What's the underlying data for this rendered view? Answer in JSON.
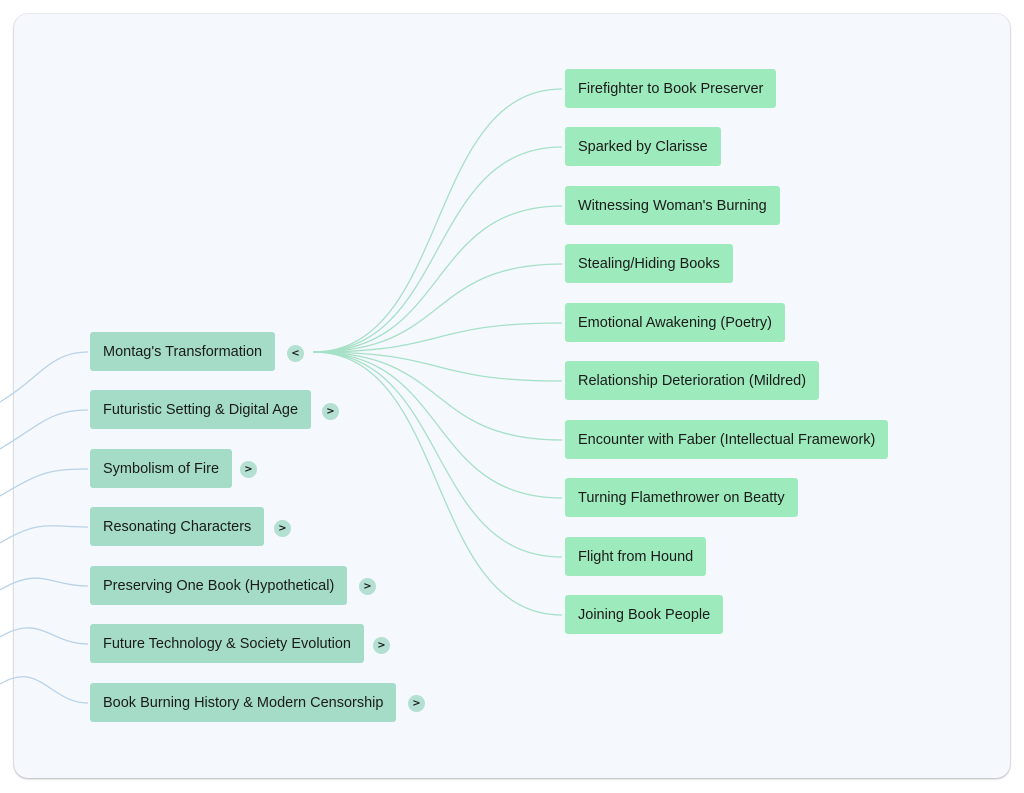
{
  "colors": {
    "canvas_bg": "#f5f8fd",
    "left_node_bg": "#a4dcc8",
    "right_node_bg": "#9deabc",
    "left_link": "#b8d2e8",
    "right_link": "#a6e0c6",
    "toggle_bg": "#b3e0d1"
  },
  "left_nodes": [
    {
      "label": "Montag's Transformation",
      "toggle": "<",
      "expanded": true
    },
    {
      "label": "Futuristic Setting & Digital Age",
      "toggle": ">",
      "expanded": false
    },
    {
      "label": "Symbolism of Fire",
      "toggle": ">",
      "expanded": false
    },
    {
      "label": "Resonating Characters",
      "toggle": ">",
      "expanded": false
    },
    {
      "label": "Preserving One Book (Hypothetical)",
      "toggle": ">",
      "expanded": false
    },
    {
      "label": "Future Technology & Society Evolution",
      "toggle": ">",
      "expanded": false
    },
    {
      "label": "Book Burning History & Modern Censorship",
      "toggle": ">",
      "expanded": false
    }
  ],
  "right_nodes": [
    {
      "label": "Firefighter to Book Preserver"
    },
    {
      "label": "Sparked by Clarisse"
    },
    {
      "label": "Witnessing Woman's Burning"
    },
    {
      "label": "Stealing/Hiding Books"
    },
    {
      "label": "Emotional Awakening (Poetry)"
    },
    {
      "label": "Relationship Deterioration (Mildred)"
    },
    {
      "label": "Encounter with Faber (Intellectual Framework)"
    },
    {
      "label": "Turning Flamethrower on Beatty"
    },
    {
      "label": "Flight from Hound"
    },
    {
      "label": "Joining Book People"
    }
  ]
}
